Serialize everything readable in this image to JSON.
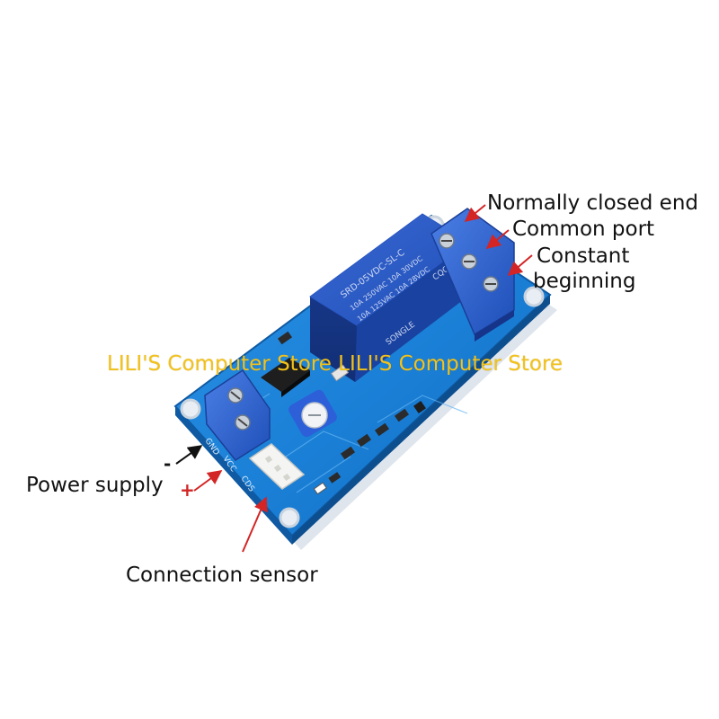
{
  "photo": {
    "subject": "single-channel photosensitive relay module",
    "board_color": "#1a7fd6",
    "relay_color": "#1f4fb8",
    "terminal_color": "#2c63d1",
    "silkscreen_text": [
      "SRD-05VDC-SL-C",
      "10A 250VAC",
      "10A 125VAC",
      "10A 30VDC",
      "10A 28VDC",
      "SONGLE",
      "CQC",
      "GND",
      "VCC",
      "CDS"
    ]
  },
  "annotations": {
    "normally_closed": "Normally closed end",
    "common": "Common port",
    "normally_open_line1": "Constant",
    "normally_open_line2": "beginning",
    "power": "Power supply",
    "sensor": "Connection sensor",
    "minus": "-",
    "plus": "+"
  },
  "watermark": "LILI'S Computer Store LILI'S Computer Store",
  "colors": {
    "arrow_red": "#d32525",
    "arrow_black": "#111111",
    "watermark": "#f2c21a",
    "text": "#111111"
  }
}
